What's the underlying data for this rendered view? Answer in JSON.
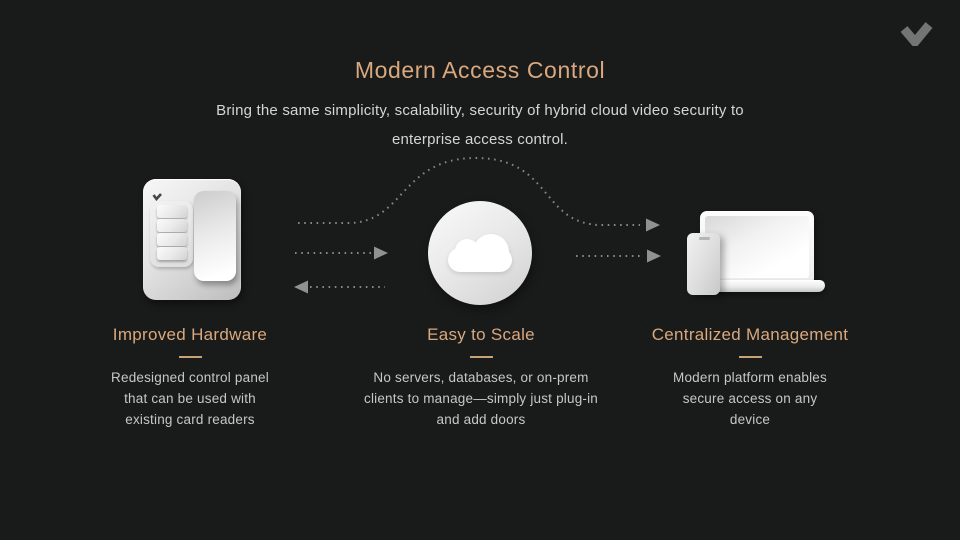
{
  "slide": {
    "background_color": "#191A1A",
    "accent_color": "#D9A87E",
    "body_text_color": "#C7C7C7",
    "logo_color": "#747474"
  },
  "header": {
    "title": "Modern Access Control",
    "subtitle_line1": "Bring the same simplicity, scalability, security of hybrid cloud video security to",
    "subtitle_line2": "enterprise access control."
  },
  "diagram": {
    "icons": [
      {
        "name": "access-control-panel-icon"
      },
      {
        "name": "cloud-icon"
      },
      {
        "name": "laptop-and-phone-icon"
      }
    ],
    "arrows": [
      "curved-dotted-arrow-over-cloud-to-devices",
      "dotted-arrow-panel-to-cloud",
      "dotted-arrow-cloud-to-panel",
      "dotted-arrow-cloud-to-devices"
    ]
  },
  "columns": [
    {
      "heading": "Improved Hardware",
      "body_lines": [
        "Redesigned control panel",
        "that can be used with",
        "existing card readers"
      ]
    },
    {
      "heading": "Easy to Scale",
      "body_lines": [
        "No servers, databases, or on-prem",
        "clients to manage—simply just plug-in",
        "and add doors"
      ]
    },
    {
      "heading": "Centralized Management",
      "body_lines": [
        "Modern platform enables",
        "secure access on any",
        "device"
      ]
    }
  ]
}
